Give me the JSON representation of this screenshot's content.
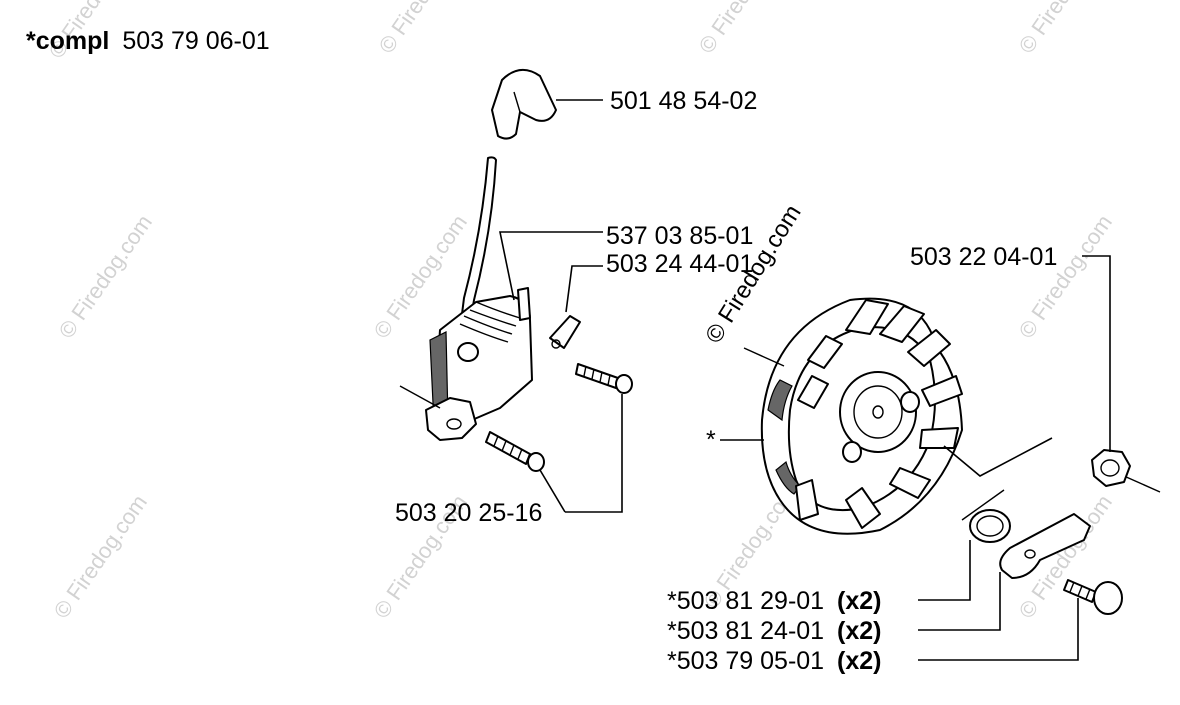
{
  "watermark": "© Firedog.com",
  "title": {
    "prefix": "*compl",
    "number": "503 79 06-01"
  },
  "labels": {
    "spark_cap": "501 48 54-02",
    "ignition_module": "537 03 85-01",
    "terminal": "503 24 44-01",
    "flywheel_nut": "503 22 04-01",
    "flywheel": "*",
    "screws": "503 20 25-16",
    "spring": {
      "number": "*503 81 29-01",
      "qty": "(x2)"
    },
    "pawl": {
      "number": "*503 81 24-01",
      "qty": "(x2)"
    },
    "pin": {
      "number": "*503 79 05-01",
      "qty": "(x2)"
    }
  }
}
